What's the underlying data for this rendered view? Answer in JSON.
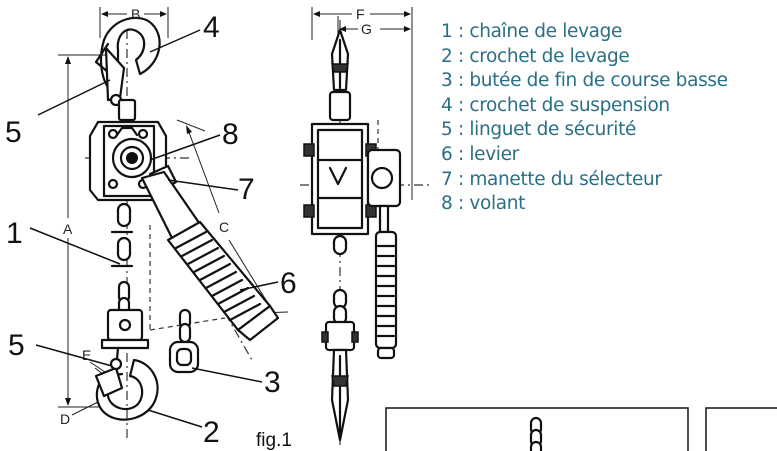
{
  "legend": [
    {
      "number": "1",
      "label": "chaîne de levage"
    },
    {
      "number": "2",
      "label": "crochet de levage"
    },
    {
      "number": "3",
      "label": "butée de fin de course basse"
    },
    {
      "number": "4",
      "label": "crochet de suspension"
    },
    {
      "number": "5",
      "label": "linguet de sécurité"
    },
    {
      "number": "6",
      "label": "levier"
    },
    {
      "number": "7",
      "label": "manette du sélecteur"
    },
    {
      "number": "8",
      "label": "volant"
    }
  ],
  "callouts": [
    "4",
    "5",
    "8",
    "7",
    "1",
    "6",
    "5",
    "3",
    "2"
  ],
  "dimensions": [
    "B",
    "F",
    "G",
    "A",
    "C",
    "E",
    "D"
  ],
  "figure_label": "fig.1"
}
